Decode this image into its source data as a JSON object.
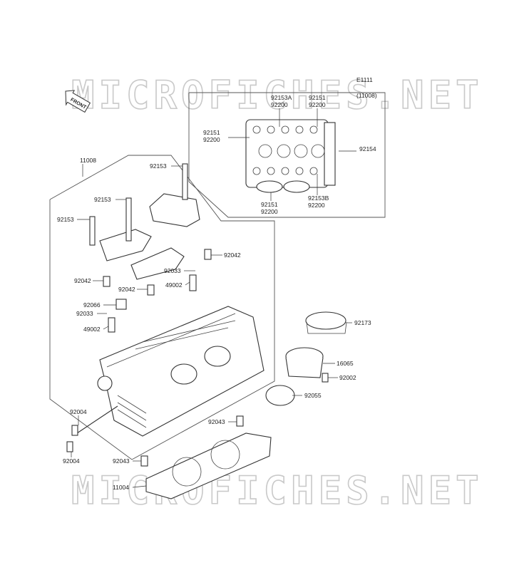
{
  "watermark": "MICROFICHES.NET",
  "front_badge": "FRONT",
  "ref_code": "E1111",
  "ref_group": "(11008)",
  "labels": {
    "p11008": "11008",
    "p92153_a": "92153",
    "p92153_b": "92153",
    "p92153_c": "92153",
    "p92042_a": "92042",
    "p92042_b": "92042",
    "p92042_c": "92042",
    "p92033_a": "92033",
    "p92033_b": "92033",
    "p49002_a": "49002",
    "p49002_b": "49002",
    "p92066": "92066",
    "p92173": "92173",
    "p16065": "16065",
    "p92002": "92002",
    "p92055": "92055",
    "p92004_a": "92004",
    "p92004_b": "92004",
    "p92043_a": "92043",
    "p92043_b": "92043",
    "p11004": "11004",
    "inset_92153a": "92153A",
    "inset_92200_a": "92200",
    "inset_92151_a": "92151",
    "inset_92200_b": "92200",
    "inset_92151_b": "92151",
    "inset_92200_c": "92200",
    "inset_92154": "92154",
    "inset_92153b": "92153B",
    "inset_92200_d": "92200",
    "inset_92151_c": "92151",
    "inset_92200_e": "92200"
  },
  "colors": {
    "line": "#333333",
    "watermark": "#c9c9c9",
    "background": "#ffffff"
  }
}
